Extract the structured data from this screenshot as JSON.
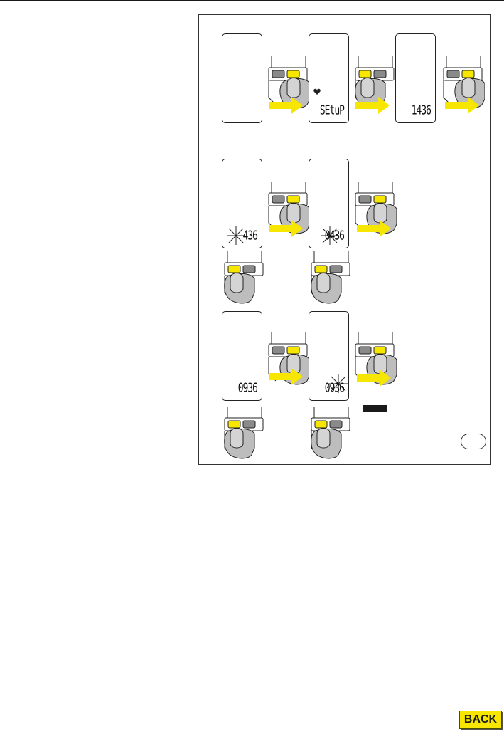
{
  "colors": {
    "accent": "#f7e600",
    "border": "#333333",
    "ink": "#111111"
  },
  "icons": {
    "heart": "heart-icon",
    "burst": "blink-burst-icon",
    "hand": "hand-pressing-button-icon",
    "arrow": "arrow-right-icon"
  },
  "lcd": {
    "setup": "SEtuP",
    "time_1": "1436",
    "time_blink_hour_first": "436",
    "time_blink_hour_second": "0436",
    "time_3": "0936",
    "time_blink_min": "0936"
  },
  "back_button": {
    "label": "BACK"
  }
}
